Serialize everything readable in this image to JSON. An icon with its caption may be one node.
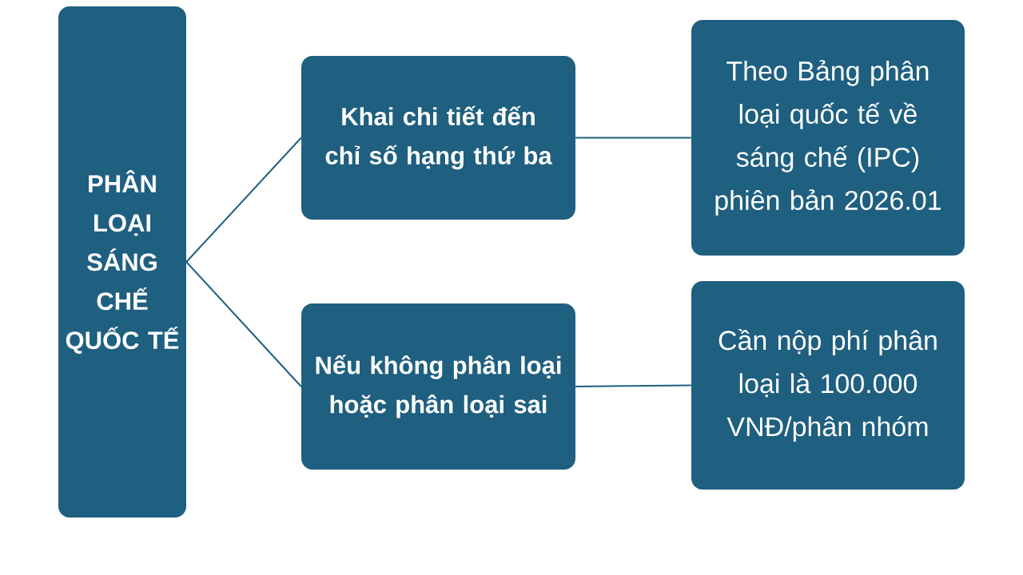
{
  "diagram": {
    "nodes": [
      {
        "text": [
          "PHÂN LOẠI SÁNG CHẾ QUỐC TẾ"
        ]
      },
      {
        "text": [
          "Khai chi tiết đến chỉ số hạng thứ ba"
        ]
      },
      {
        "text": [
          "Nếu không phân loại hoặc phân loại sai"
        ]
      },
      {
        "text": [
          "Theo Bảng phân loại quốc tế về sáng chế (IPC) phiên bản 2026.01"
        ]
      },
      {
        "text": [
          "Cần nộp phí phân loại là 100.000 VNĐ/phân nhóm"
        ]
      }
    ],
    "edges": [
      {
        "from": 0,
        "to": 1,
        "arrow": "none"
      },
      {
        "from": 0,
        "to": 2,
        "arrow": "none"
      },
      {
        "from": 1,
        "to": 3,
        "arrow": "none"
      },
      {
        "from": 2,
        "to": 4,
        "arrow": "none"
      }
    ]
  }
}
